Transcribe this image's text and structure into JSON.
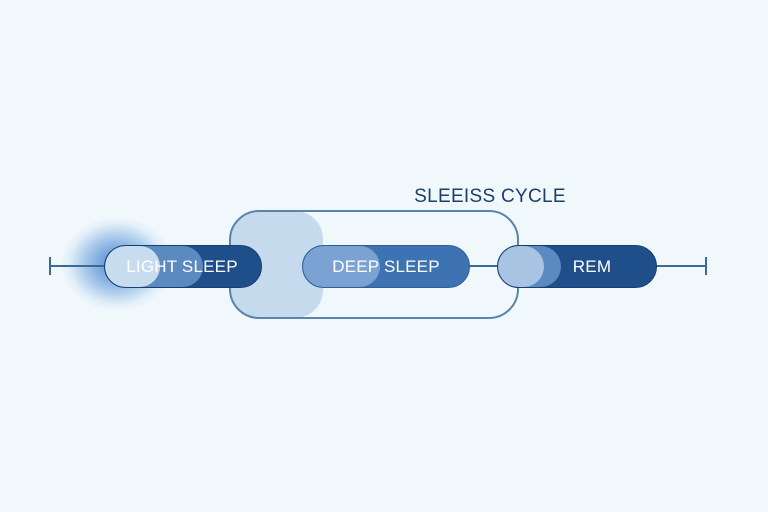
{
  "diagram": {
    "cycle_title": "SLEEISS CYCLE",
    "stages": [
      {
        "label": "LIGHT SLEEP",
        "color": "#1f4f8a"
      },
      {
        "label": "DEEP SLEEP",
        "color": "#3d73b2"
      },
      {
        "label": "REM",
        "color": "#1f4f8a"
      }
    ],
    "colors": {
      "background": "#f1f8fc",
      "line": "#3d6a95",
      "bracket": "#5a84ad",
      "bracket_fill": "#c6daee",
      "title": "#1b3f69",
      "glow": "#2a6ec8"
    }
  }
}
